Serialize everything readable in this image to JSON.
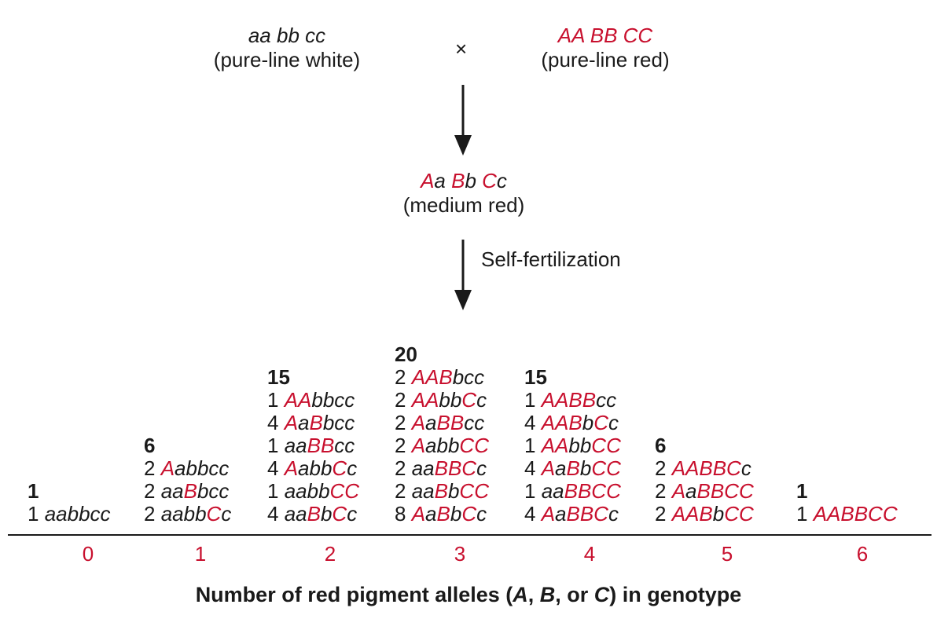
{
  "colors": {
    "red": "#c8102e",
    "black": "#1a1a1a"
  },
  "parents": {
    "white": {
      "genotype": "aa bb cc",
      "label": "(pure-line white)"
    },
    "cross": "×",
    "red": {
      "genotype": "AA BB CC",
      "label": "(pure-line red)"
    }
  },
  "f1": {
    "genotype_parts": [
      "A",
      "a ",
      "B",
      "b ",
      "C",
      "c"
    ],
    "label": "(medium red)"
  },
  "arrow_label": "Self-fertilization",
  "columns": [
    {
      "alleles": "0",
      "total": "1",
      "rows": [
        {
          "coef": "1",
          "parts": [
            "aabbcc"
          ]
        }
      ]
    },
    {
      "alleles": "1",
      "total": "6",
      "rows": [
        {
          "coef": "2",
          "parts": [
            "A",
            "abbcc"
          ]
        },
        {
          "coef": "2",
          "parts": [
            "aa",
            "B",
            "bcc"
          ]
        },
        {
          "coef": "2",
          "parts": [
            "aabb",
            "C",
            "c"
          ]
        }
      ]
    },
    {
      "alleles": "2",
      "total": "15",
      "rows": [
        {
          "coef": "1",
          "parts": [
            "AA",
            "bbcc"
          ]
        },
        {
          "coef": "4",
          "parts": [
            "A",
            "a",
            "B",
            "bcc"
          ]
        },
        {
          "coef": "1",
          "parts": [
            "aa",
            "BB",
            "cc"
          ]
        },
        {
          "coef": "4",
          "parts": [
            "A",
            "abb",
            "C",
            "c"
          ]
        },
        {
          "coef": "1",
          "parts": [
            "aabb",
            "CC"
          ]
        },
        {
          "coef": "4",
          "parts": [
            "aa",
            "B",
            "b",
            "C",
            "c"
          ]
        }
      ]
    },
    {
      "alleles": "3",
      "total": "20",
      "rows": [
        {
          "coef": "2",
          "parts": [
            "AAB",
            "bcc"
          ]
        },
        {
          "coef": "2",
          "parts": [
            "AA",
            "bb",
            "C",
            "c"
          ]
        },
        {
          "coef": "2",
          "parts": [
            "A",
            "a",
            "BB",
            "cc"
          ]
        },
        {
          "coef": "2",
          "parts": [
            "A",
            "abb",
            "CC"
          ]
        },
        {
          "coef": "2",
          "parts": [
            "aa",
            "BBC",
            "c"
          ]
        },
        {
          "coef": "2",
          "parts": [
            "aa",
            "B",
            "b",
            "CC"
          ]
        },
        {
          "coef": "8",
          "parts": [
            "A",
            "a",
            "B",
            "b",
            "C",
            "c"
          ]
        }
      ]
    },
    {
      "alleles": "4",
      "total": "15",
      "rows": [
        {
          "coef": "1",
          "parts": [
            "AABB",
            "cc"
          ]
        },
        {
          "coef": "4",
          "parts": [
            "AAB",
            "b",
            "C",
            "c"
          ]
        },
        {
          "coef": "1",
          "parts": [
            "AA",
            "bb",
            "CC"
          ]
        },
        {
          "coef": "4",
          "parts": [
            "A",
            "a",
            "B",
            "b",
            "CC"
          ]
        },
        {
          "coef": "1",
          "parts": [
            "aa",
            "BBCC"
          ]
        },
        {
          "coef": "4",
          "parts": [
            "A",
            "a",
            "BBC",
            "c"
          ]
        }
      ]
    },
    {
      "alleles": "5",
      "total": "6",
      "rows": [
        {
          "coef": "2",
          "parts": [
            "AABBC",
            "c"
          ]
        },
        {
          "coef": "2",
          "parts": [
            "A",
            "a",
            "BBCC"
          ]
        },
        {
          "coef": "2",
          "parts": [
            "AAB",
            "b",
            "CC"
          ]
        }
      ]
    },
    {
      "alleles": "6",
      "total": "1",
      "rows": [
        {
          "coef": "1",
          "parts": [
            "AABBCC"
          ]
        }
      ]
    }
  ],
  "x_axis_label": "Number of red pigment alleles (A, B, or C) in genotype"
}
